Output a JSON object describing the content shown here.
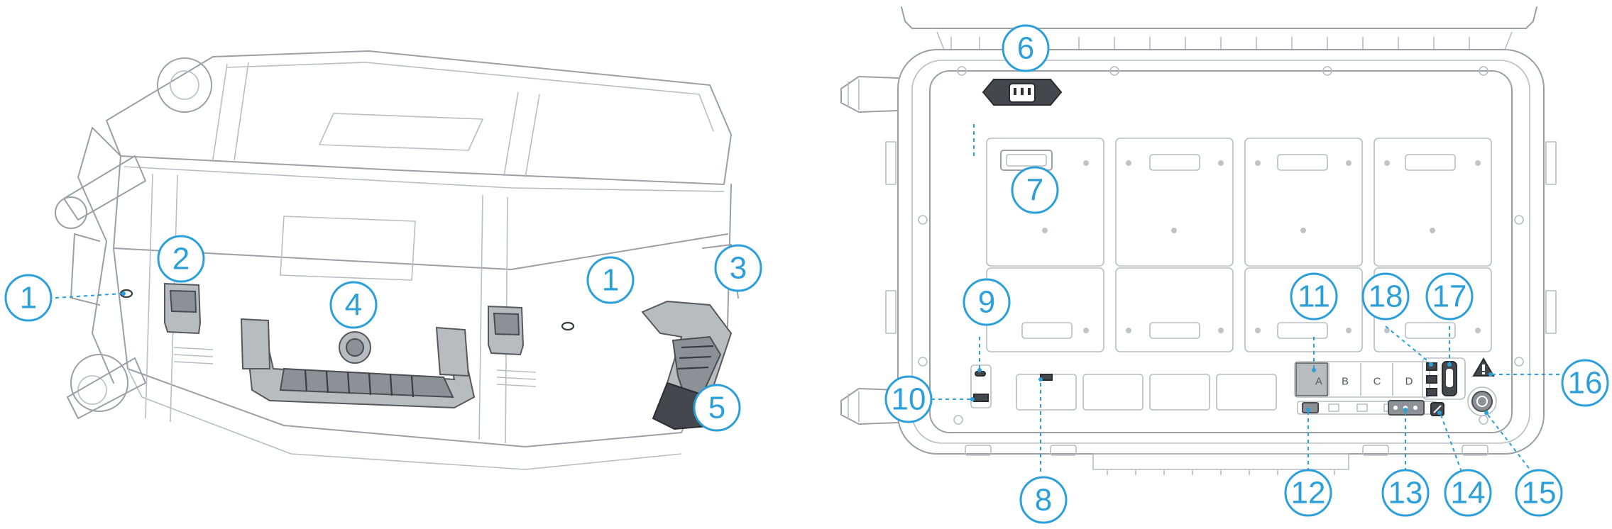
{
  "callouts": [
    {
      "id": "callout-1-left",
      "label": "1"
    },
    {
      "id": "callout-1-right",
      "label": "1"
    },
    {
      "id": "callout-2",
      "label": "2"
    },
    {
      "id": "callout-3",
      "label": "3"
    },
    {
      "id": "callout-4",
      "label": "4"
    },
    {
      "id": "callout-5",
      "label": "5"
    },
    {
      "id": "callout-6",
      "label": "6"
    },
    {
      "id": "callout-7",
      "label": "7"
    },
    {
      "id": "callout-8",
      "label": "8"
    },
    {
      "id": "callout-9",
      "label": "9"
    },
    {
      "id": "callout-10",
      "label": "10"
    },
    {
      "id": "callout-11",
      "label": "11"
    },
    {
      "id": "callout-12",
      "label": "12"
    },
    {
      "id": "callout-13",
      "label": "13"
    },
    {
      "id": "callout-14",
      "label": "14"
    },
    {
      "id": "callout-15",
      "label": "15"
    },
    {
      "id": "callout-16",
      "label": "16"
    },
    {
      "id": "callout-17",
      "label": "17"
    },
    {
      "id": "callout-18",
      "label": "18"
    }
  ],
  "bay_labels": [
    "A",
    "B",
    "C",
    "D"
  ],
  "colors": {
    "accent": "#2b9fd9",
    "outline": "#9aa0a6",
    "handle": "#b9bcbf",
    "dark": "#44474b"
  }
}
